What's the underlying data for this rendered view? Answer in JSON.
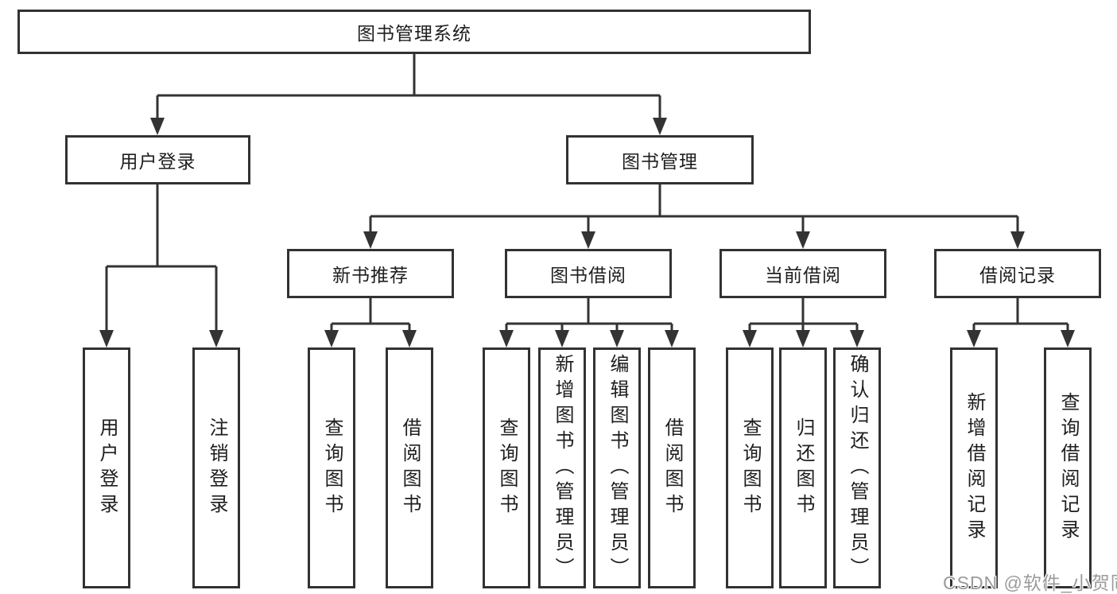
{
  "nodes": {
    "root": "图书管理系统",
    "user_login": "用户登录",
    "book_mgmt": "图书管理",
    "new_books": "新书推荐",
    "book_borrow": "图书借阅",
    "current_borrow": "当前借阅",
    "borrow_records": "借阅记录",
    "leaf_user_login": "用户登录",
    "leaf_logout": "注销登录",
    "leaf_nb_query": "查询图书",
    "leaf_nb_borrow": "借阅图书",
    "leaf_bb_query": "查询图书",
    "leaf_bb_add": "新增图书（管理员）",
    "leaf_bb_edit": "编辑图书（管理员）",
    "leaf_bb_borrow": "借阅图书",
    "leaf_cb_query": "查询图书",
    "leaf_cb_return": "归还图书",
    "leaf_cb_confirm": "确认归还（管理员）",
    "leaf_br_add": "新增借阅记录",
    "leaf_br_query": "查询借阅记录"
  },
  "watermark": "CSDN @软件_小贺同学",
  "colors": {
    "line": "#333333",
    "text": "#1e1e1e",
    "watermark": "#9b9b9b",
    "background": "#ffffff"
  }
}
